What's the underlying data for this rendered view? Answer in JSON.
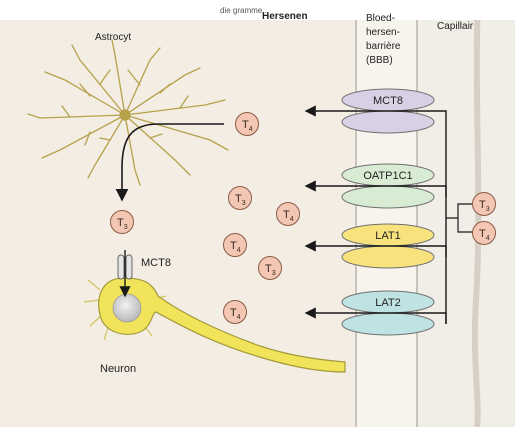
{
  "top_caption": "die gramme...",
  "region_labels": {
    "brain": "Hersenen",
    "bbb": [
      "Bloed-",
      "hersen-",
      "barrière",
      "(BBB)"
    ],
    "capillary": "Capillair"
  },
  "cells": {
    "astrocyte": "Astrocyt",
    "neuron": "Neuron",
    "neuron_transporter": "MCT8"
  },
  "transporters": [
    "MCT8",
    "OATP1C1",
    "LAT1",
    "LAT2"
  ],
  "hormones": {
    "t3": {
      "base": "T",
      "sub": "3"
    },
    "t4": {
      "base": "T",
      "sub": "4"
    }
  },
  "colors": {
    "page": "#f3ede4",
    "bbb_band": "#f7f4ee",
    "capillary": "#f1ede7",
    "astrocyte": "#b5a24a",
    "neuron": "#f2e45a",
    "hormone_circle": "#f3c7b3",
    "mct8": "#d9d0e6",
    "oatp1c1": "#d8ecd3",
    "lat1": "#f7e27d",
    "lat2": "#bfe3e3"
  }
}
